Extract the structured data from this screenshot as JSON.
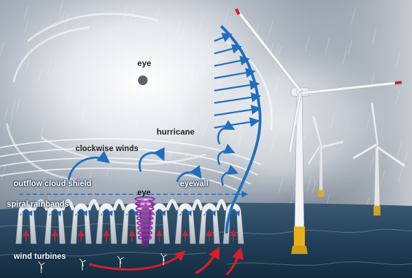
{
  "labels": {
    "eye_top": "eye",
    "hurricane": "hurricane",
    "clockwise_winds": "clockwise winds",
    "outflow_cloud_shield": "outflow cloud shield",
    "eyewall": "eyewall",
    "eye_center": "eye",
    "spiral_rainbands": "spiral rainbands",
    "wind_turbines": "wind turbines"
  },
  "colors": {
    "wind_arrow_blue": "#1f6fc0",
    "inflow_red": "#d4202a",
    "eye_spiral_purple": "#a02aa8",
    "sea_dark": "#1e3a52",
    "sky_gray": "#8a95a3",
    "cloud_white": "#f2f4f6",
    "turbine_base_yellow": "#e8b11c"
  },
  "icons": {
    "turbine": "wind-turbine-icon",
    "arrow": "wind-arrow-icon"
  }
}
